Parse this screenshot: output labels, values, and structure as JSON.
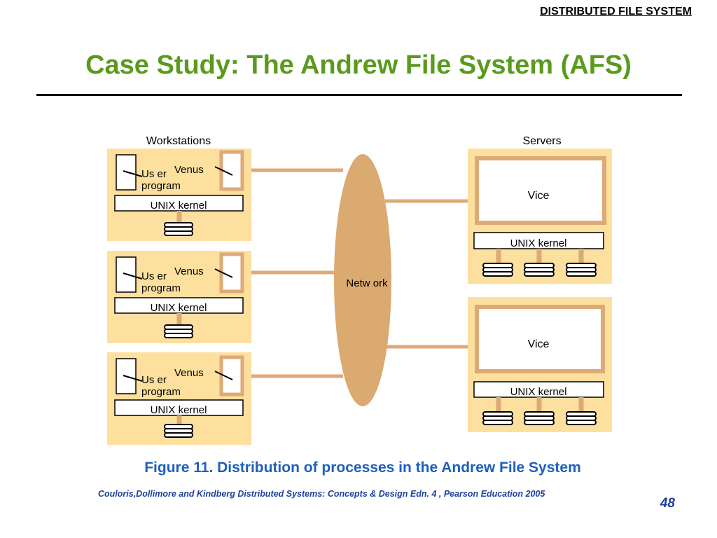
{
  "header": {
    "section": "DISTRIBUTED FILE SYSTEM"
  },
  "slide": {
    "title": "Case Study: The Andrew File System (AFS)",
    "caption": "Figure 11. Distribution of processes in the Andrew File System",
    "citation": "Couloris,Dollimore and Kindberg  Distributed Systems: Concepts & Design  Edn. 4 , Pearson Education 2005",
    "page_number": "48"
  },
  "diagram": {
    "workstations_label": "Workstations",
    "servers_label": "Servers",
    "network_label": "Netw ork",
    "workstations": [
      {
        "venus": "Venus",
        "user_line1": "Us er",
        "user_line2": "program",
        "kernel": "UNIX kernel"
      },
      {
        "venus": "Venus",
        "user_line1": "Us er",
        "user_line2": "program",
        "kernel": "UNIX kernel"
      },
      {
        "venus": "Venus",
        "user_line1": "Us er",
        "user_line2": "program",
        "kernel": "UNIX kernel"
      }
    ],
    "servers": [
      {
        "vice": "Vice",
        "kernel": "UNIX kernel"
      },
      {
        "vice": "Vice",
        "kernel": "UNIX kernel"
      }
    ],
    "colors": {
      "panel": "#fddf9e",
      "frame": "#ddaa77",
      "network": "#dbaa70",
      "link": "#ddaa77"
    }
  }
}
